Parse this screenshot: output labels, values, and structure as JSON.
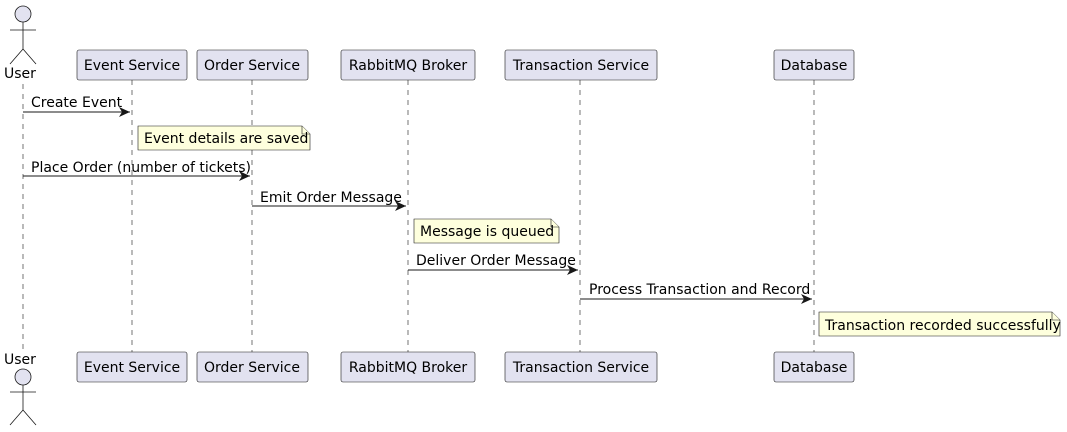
{
  "colors": {
    "participant_fill": "#E2E2F0",
    "note_fill": "#FEFFDD",
    "line": "#181818"
  },
  "participants": [
    {
      "id": "user",
      "label": "User",
      "kind": "actor"
    },
    {
      "id": "event",
      "label": "Event Service",
      "kind": "box"
    },
    {
      "id": "order",
      "label": "Order Service",
      "kind": "box"
    },
    {
      "id": "broker",
      "label": "RabbitMQ Broker",
      "kind": "box"
    },
    {
      "id": "transaction",
      "label": "Transaction Service",
      "kind": "box"
    },
    {
      "id": "database",
      "label": "Database",
      "kind": "box"
    }
  ],
  "messages": [
    {
      "from": "user",
      "to": "event",
      "label": "Create Event"
    },
    {
      "from": "user",
      "to": "order",
      "label": "Place Order (number of tickets)"
    },
    {
      "from": "order",
      "to": "broker",
      "label": "Emit Order Message"
    },
    {
      "from": "broker",
      "to": "transaction",
      "label": "Deliver Order Message"
    },
    {
      "from": "transaction",
      "to": "database",
      "label": "Process Transaction and Record"
    }
  ],
  "notes": [
    {
      "over": "event",
      "label": "Event details are saved"
    },
    {
      "over": "broker",
      "label": "Message is queued"
    },
    {
      "over": "database",
      "label": "Transaction recorded successfully"
    }
  ]
}
